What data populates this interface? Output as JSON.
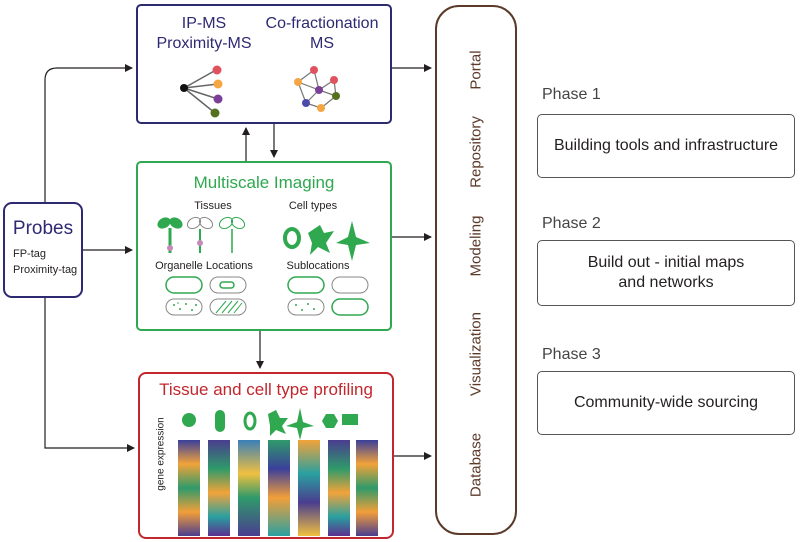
{
  "probes": {
    "title": "Probes",
    "items": [
      "FP-tag",
      "Proximity-tag"
    ]
  },
  "ms": {
    "left_title_1": "IP-MS",
    "left_title_2": "Proximity-MS",
    "right_title_1": "Co-fractionation",
    "right_title_2": "MS"
  },
  "imaging": {
    "title": "Multiscale Imaging",
    "tissues_label": "Tissues",
    "cell_types_label": "Cell types",
    "organelle_label": "Organelle Locations",
    "sublocations_label": "Sublocations"
  },
  "profiling": {
    "title": "Tissue and cell type profiling",
    "axis_label": "gene expression"
  },
  "pillar": {
    "labels": [
      "Portal",
      "Repository",
      "Modeling",
      "Visualization",
      "Database"
    ]
  },
  "phases": [
    {
      "label": "Phase 1",
      "text": "Building tools and infrastructure"
    },
    {
      "label": "Phase 2",
      "text_1": "Build out - initial maps",
      "text_2": "and networks"
    },
    {
      "label": "Phase 3",
      "text": "Community-wide sourcing"
    }
  ],
  "colors": {
    "navy": "#2e2a72",
    "green": "#2fa84f",
    "red": "#c1272d",
    "brown": "#5b3a29",
    "node_red": "#e0535e",
    "node_orange": "#f5a542",
    "node_purple": "#7b3f98",
    "node_olive": "#55701f"
  }
}
